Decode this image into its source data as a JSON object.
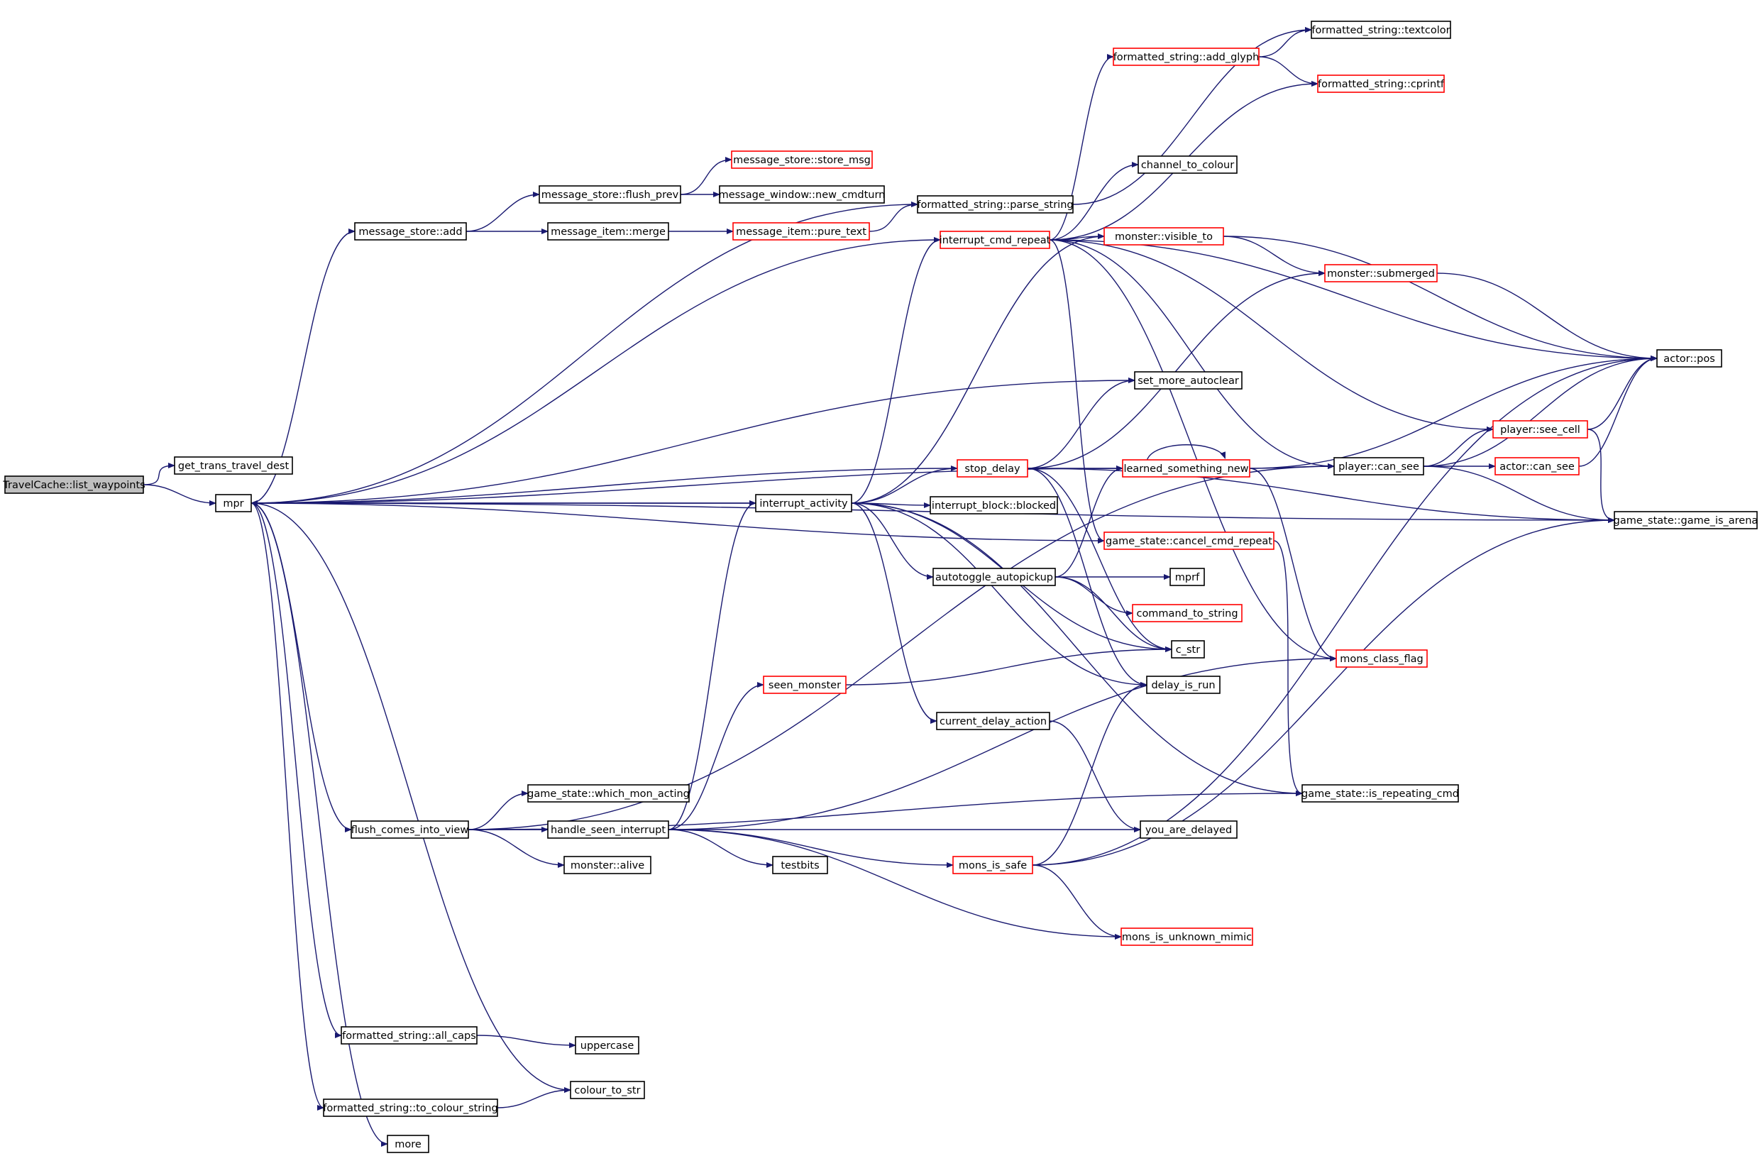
{
  "colors": {
    "edge": "#191970",
    "root_fill": "#bfbfbf",
    "normal_border": "#000000",
    "truncated_border": "#ff0000",
    "background": "#ffffff"
  },
  "nodes": [
    {
      "id": "n0",
      "label": "TravelCache::list_waypoints",
      "kind": "root"
    },
    {
      "id": "n1",
      "label": "get_trans_travel_dest",
      "kind": "normal"
    },
    {
      "id": "n2",
      "label": "mpr",
      "kind": "normal"
    },
    {
      "id": "n3",
      "label": "message_store::add",
      "kind": "normal"
    },
    {
      "id": "n4",
      "label": "message_store::flush_prev",
      "kind": "normal"
    },
    {
      "id": "n5",
      "label": "message_store::store_msg",
      "kind": "truncated"
    },
    {
      "id": "n6",
      "label": "message_window::new_cmdturn",
      "kind": "normal"
    },
    {
      "id": "n7",
      "label": "message_item::merge",
      "kind": "normal"
    },
    {
      "id": "n8",
      "label": "message_item::pure_text",
      "kind": "truncated"
    },
    {
      "id": "n9",
      "label": "formatted_string::parse_string",
      "kind": "normal"
    },
    {
      "id": "n10",
      "label": "formatted_string::textcolor",
      "kind": "normal"
    },
    {
      "id": "n11",
      "label": "formatted_string::add_glyph",
      "kind": "truncated"
    },
    {
      "id": "n12",
      "label": "formatted_string::cprintf",
      "kind": "truncated"
    },
    {
      "id": "n13",
      "label": "channel_to_colour",
      "kind": "normal"
    },
    {
      "id": "n14",
      "label": "interrupt_cmd_repeat",
      "kind": "truncated"
    },
    {
      "id": "n15",
      "label": "monster::visible_to",
      "kind": "truncated"
    },
    {
      "id": "n16",
      "label": "monster::submerged",
      "kind": "truncated"
    },
    {
      "id": "n17",
      "label": "actor::pos",
      "kind": "normal"
    },
    {
      "id": "n18",
      "label": "set_more_autoclear",
      "kind": "normal"
    },
    {
      "id": "n19",
      "label": "player::see_cell",
      "kind": "truncated"
    },
    {
      "id": "n20",
      "label": "stop_delay",
      "kind": "truncated"
    },
    {
      "id": "n21",
      "label": "learned_something_new",
      "kind": "truncated"
    },
    {
      "id": "n22",
      "label": "player::can_see",
      "kind": "normal"
    },
    {
      "id": "n23",
      "label": "actor::can_see",
      "kind": "truncated"
    },
    {
      "id": "n24",
      "label": "interrupt_activity",
      "kind": "normal"
    },
    {
      "id": "n25",
      "label": "interrupt_block::blocked",
      "kind": "normal"
    },
    {
      "id": "n26",
      "label": "game_state::game_is_arena",
      "kind": "normal"
    },
    {
      "id": "n27",
      "label": "game_state::cancel_cmd_repeat",
      "kind": "truncated"
    },
    {
      "id": "n28",
      "label": "autotoggle_autopickup",
      "kind": "normal"
    },
    {
      "id": "n29",
      "label": "mprf",
      "kind": "normal"
    },
    {
      "id": "n30",
      "label": "command_to_string",
      "kind": "truncated"
    },
    {
      "id": "n31",
      "label": "c_str",
      "kind": "normal"
    },
    {
      "id": "n32",
      "label": "mons_class_flag",
      "kind": "truncated"
    },
    {
      "id": "n33",
      "label": "seen_monster",
      "kind": "truncated"
    },
    {
      "id": "n34",
      "label": "delay_is_run",
      "kind": "normal"
    },
    {
      "id": "n35",
      "label": "current_delay_action",
      "kind": "normal"
    },
    {
      "id": "n36",
      "label": "game_state::which_mon_acting",
      "kind": "normal"
    },
    {
      "id": "n37",
      "label": "game_state::is_repeating_cmd",
      "kind": "normal"
    },
    {
      "id": "n38",
      "label": "flush_comes_into_view",
      "kind": "normal"
    },
    {
      "id": "n39",
      "label": "handle_seen_interrupt",
      "kind": "normal"
    },
    {
      "id": "n40",
      "label": "you_are_delayed",
      "kind": "normal"
    },
    {
      "id": "n41",
      "label": "monster::alive",
      "kind": "normal"
    },
    {
      "id": "n42",
      "label": "testbits",
      "kind": "normal"
    },
    {
      "id": "n43",
      "label": "mons_is_safe",
      "kind": "truncated"
    },
    {
      "id": "n44",
      "label": "mons_is_unknown_mimic",
      "kind": "truncated"
    },
    {
      "id": "n45",
      "label": "formatted_string::all_caps",
      "kind": "normal"
    },
    {
      "id": "n46",
      "label": "uppercase",
      "kind": "normal"
    },
    {
      "id": "n47",
      "label": "colour_to_str",
      "kind": "normal"
    },
    {
      "id": "n48",
      "label": "formatted_string::to_colour_string",
      "kind": "normal"
    },
    {
      "id": "n49",
      "label": "more",
      "kind": "normal"
    }
  ],
  "edges": [
    [
      "n0",
      "n1"
    ],
    [
      "n0",
      "n2"
    ],
    [
      "n2",
      "n3"
    ],
    [
      "n2",
      "n9"
    ],
    [
      "n2",
      "n14"
    ],
    [
      "n2",
      "n18"
    ],
    [
      "n2",
      "n24"
    ],
    [
      "n2",
      "n38"
    ],
    [
      "n2",
      "n45"
    ],
    [
      "n2",
      "n47"
    ],
    [
      "n2",
      "n48"
    ],
    [
      "n2",
      "n49"
    ],
    [
      "n2",
      "n26"
    ],
    [
      "n3",
      "n4"
    ],
    [
      "n3",
      "n7"
    ],
    [
      "n4",
      "n5"
    ],
    [
      "n4",
      "n6"
    ],
    [
      "n7",
      "n8"
    ],
    [
      "n8",
      "n9"
    ],
    [
      "n9",
      "n10"
    ],
    [
      "n14",
      "n11"
    ],
    [
      "n14",
      "n12"
    ],
    [
      "n14",
      "n13"
    ],
    [
      "n14",
      "n15"
    ],
    [
      "n14",
      "n17"
    ],
    [
      "n14",
      "n19"
    ],
    [
      "n14",
      "n22"
    ],
    [
      "n14",
      "n27"
    ],
    [
      "n14",
      "n32"
    ],
    [
      "n11",
      "n10"
    ],
    [
      "n11",
      "n12"
    ],
    [
      "n15",
      "n16"
    ],
    [
      "n15",
      "n17"
    ],
    [
      "n16",
      "n17"
    ],
    [
      "n24",
      "n2"
    ],
    [
      "n24",
      "n14"
    ],
    [
      "n24",
      "n15"
    ],
    [
      "n24",
      "n20"
    ],
    [
      "n24",
      "n25"
    ],
    [
      "n24",
      "n28"
    ],
    [
      "n24",
      "n34"
    ],
    [
      "n24",
      "n35"
    ],
    [
      "n24",
      "n37"
    ],
    [
      "n24",
      "n31"
    ],
    [
      "n20",
      "n2"
    ],
    [
      "n20",
      "n18"
    ],
    [
      "n20",
      "n16"
    ],
    [
      "n20",
      "n26"
    ],
    [
      "n20",
      "n34"
    ],
    [
      "n20",
      "n21"
    ],
    [
      "n20",
      "n31"
    ],
    [
      "n21",
      "n2"
    ],
    [
      "n21",
      "n17"
    ],
    [
      "n21",
      "n21"
    ],
    [
      "n21",
      "n22"
    ],
    [
      "n21",
      "n32"
    ],
    [
      "n22",
      "n17"
    ],
    [
      "n22",
      "n19"
    ],
    [
      "n22",
      "n23"
    ],
    [
      "n22",
      "n26"
    ],
    [
      "n19",
      "n17"
    ],
    [
      "n19",
      "n26"
    ],
    [
      "n23",
      "n17"
    ],
    [
      "n27",
      "n2"
    ],
    [
      "n27",
      "n37"
    ],
    [
      "n28",
      "n21"
    ],
    [
      "n28",
      "n29"
    ],
    [
      "n28",
      "n30"
    ],
    [
      "n28",
      "n31"
    ],
    [
      "n33",
      "n31"
    ],
    [
      "n35",
      "n40"
    ],
    [
      "n38",
      "n36"
    ],
    [
      "n38",
      "n39"
    ],
    [
      "n38",
      "n41"
    ],
    [
      "n38",
      "n22"
    ],
    [
      "n38",
      "n40"
    ],
    [
      "n38",
      "n37"
    ],
    [
      "n39",
      "n24"
    ],
    [
      "n39",
      "n33"
    ],
    [
      "n39",
      "n42"
    ],
    [
      "n39",
      "n43"
    ],
    [
      "n39",
      "n44"
    ],
    [
      "n39",
      "n32"
    ],
    [
      "n43",
      "n17"
    ],
    [
      "n43",
      "n26"
    ],
    [
      "n43",
      "n44"
    ],
    [
      "n43",
      "n34"
    ],
    [
      "n45",
      "n46"
    ],
    [
      "n48",
      "n47"
    ]
  ]
}
